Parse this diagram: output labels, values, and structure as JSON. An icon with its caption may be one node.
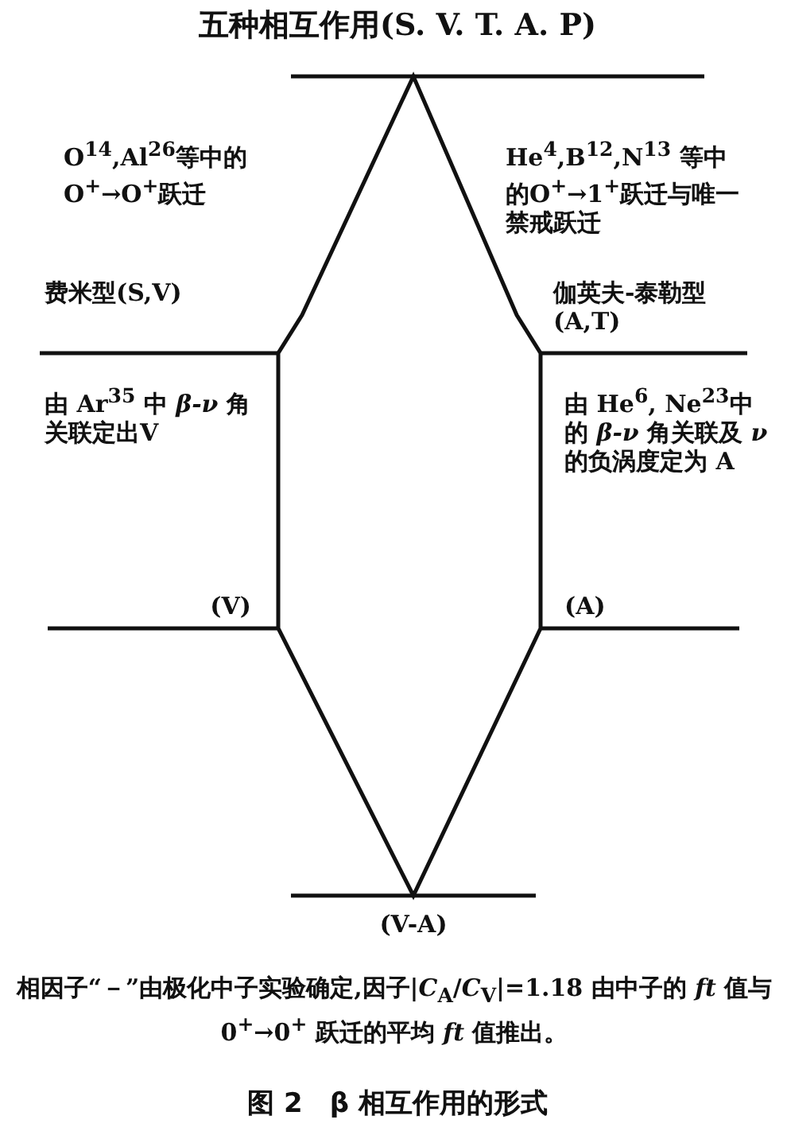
{
  "diagram": {
    "title": "五种相互作用(S. V. T. A. P)",
    "caption": "图 2　β 相互作用的形式",
    "labels": [
      "O$^{14}$,Al$^{26}$等中的 O$^{+}$→O$^{+}$跃迁",
      "He$^{4}$,B$^{12}$,N$^{13}$ 等中的O$^{+}$→1$^{+}$跃迁与唯一禁戒跃迁",
      "费米型(S,V)",
      "伽英夫-泰勒型(A,T)",
      "由 Ar$^{35}$ 中 *β-ν* 角关联定出V",
      "由 He$^{6}$, Ne$^{23}$中的 *β-ν* 角关联及 *ν* 的负涡度定为 A",
      "(V)",
      "(A)",
      "(V-A)",
      "相因子“－”由极化中子实验确定,因子|*C*$_{A}$/*C*$_{V}$|=1.18 由中子的 *ft* 值与 0$^{+}$→0$^{+}$ 跃迁的平均 *ft* 值推出。"
    ]
  }
}
